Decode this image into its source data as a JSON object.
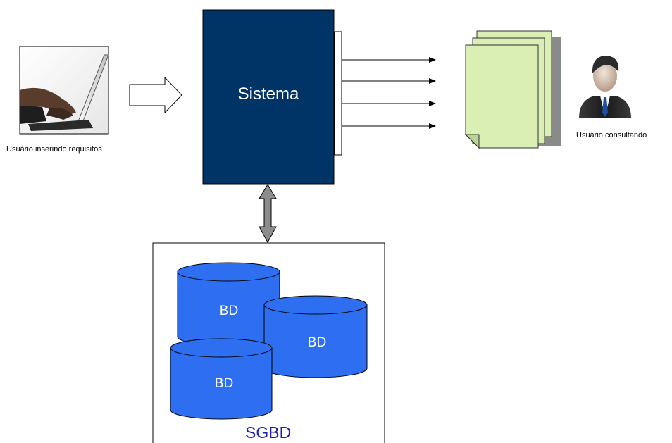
{
  "user_input": {
    "caption": "Usuário inserindo requisitos",
    "image_icon": "laptop-typing-icon"
  },
  "system": {
    "label": "Sistema",
    "color": "#003366",
    "output_arrows": 4
  },
  "reports": {
    "icon": "document-stack-icon",
    "color": "#D9EFB4",
    "pages": 3
  },
  "user_output": {
    "caption": "Usuário consultando",
    "image_icon": "businessman-avatar-icon"
  },
  "sgbd": {
    "label": "SGBD",
    "label_color": "#1F1FA8",
    "databases": [
      {
        "label": "BD"
      },
      {
        "label": "BD"
      },
      {
        "label": "BD"
      }
    ],
    "db_color": "#2E6FF2"
  },
  "connectors": {
    "input_arrow_icon": "hollow-arrow-right-icon",
    "db_link_icon": "double-arrow-vertical-icon"
  }
}
